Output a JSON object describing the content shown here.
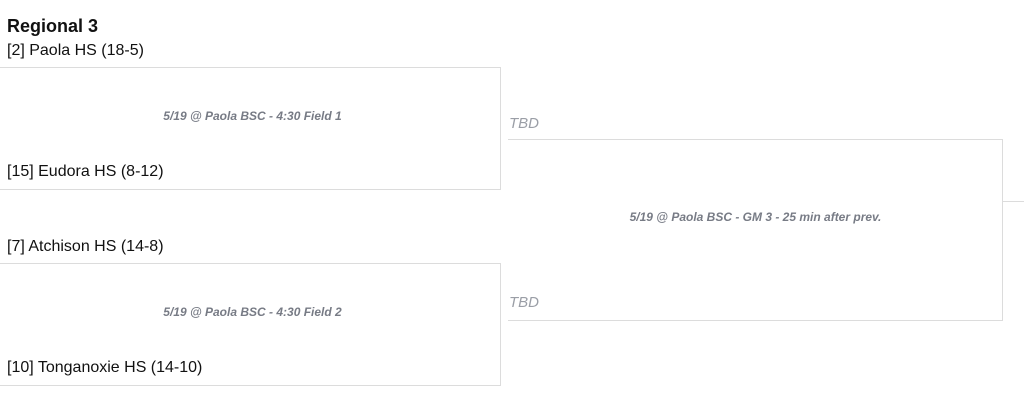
{
  "region": {
    "title": "Regional 3"
  },
  "round1": [
    {
      "top_team": "[2] Paola HS (18-5)",
      "bottom_team": "[15] Eudora HS (8-12)",
      "game_info": "5/19 @ Paola BSC - 4:30 Field 1"
    },
    {
      "top_team": "[7] Atchison HS (14-8)",
      "bottom_team": "[10] Tonganoxie HS (14-10)",
      "game_info": "5/19 @ Paola BSC - 4:30 Field 2"
    }
  ],
  "round2": {
    "top_team": "TBD",
    "bottom_team": "TBD",
    "game_info": "5/19 @ Paola BSC - GM 3 - 25 min after prev."
  }
}
